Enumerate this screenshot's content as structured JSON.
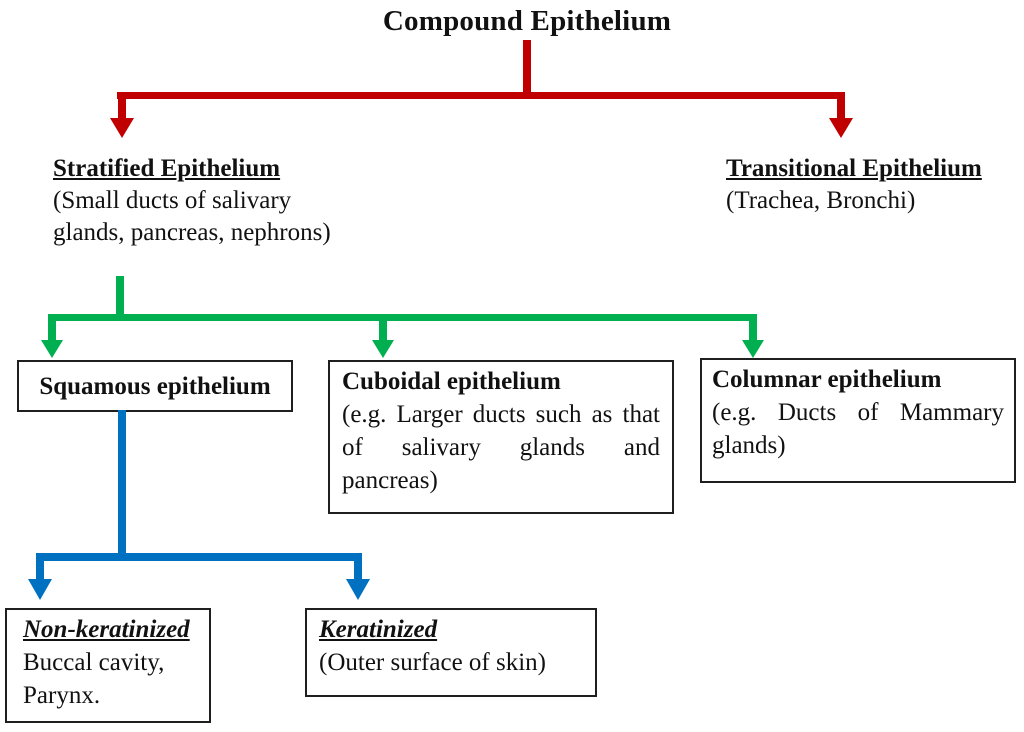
{
  "title": "Compound Epithelium",
  "colors": {
    "level1_connector": "#c00000",
    "level2_connector": "#00b050",
    "level3_connector": "#0070c0",
    "box_border": "#1f1f1f",
    "text": "#111111",
    "background": "#ffffff"
  },
  "level1_branches": [
    {
      "heading": "Stratified Epithelium",
      "description": "(Small ducts of salivary glands, pancreas, nephrons)"
    },
    {
      "heading": "Transitional Epithelium",
      "description": "(Trachea, Bronchi)"
    }
  ],
  "level2_boxes": [
    {
      "heading": "Squamous epithelium",
      "description": ""
    },
    {
      "heading": "Cuboidal epithelium",
      "description": "(e.g. Larger ducts such as that of salivary glands and pancreas)"
    },
    {
      "heading": "Columnar epithelium",
      "description": "(e.g. Ducts of Mammary glands)"
    }
  ],
  "level3_boxes": [
    {
      "heading": "Non-keratinized",
      "description": "Buccal cavity, Parynx."
    },
    {
      "heading": "Keratinized",
      "description": "(Outer surface of skin)"
    }
  ]
}
